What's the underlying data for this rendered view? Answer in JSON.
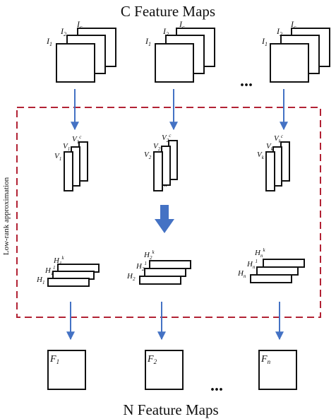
{
  "diagram": {
    "top_title": "C Feature Maps",
    "bottom_title": "N Feature Maps",
    "side_label": "Low-rank approximation",
    "ellipsis": "...",
    "feature_map_stacks": [
      {
        "labels": [
          "I",
          "I",
          "I"
        ],
        "subs": [
          "1",
          "2",
          "c"
        ]
      },
      {
        "labels": [
          "I",
          "I",
          "I"
        ],
        "subs": [
          "1",
          "2",
          "c"
        ]
      },
      {
        "labels": [
          "I",
          "I",
          "I"
        ],
        "subs": [
          "1",
          "2",
          "c"
        ]
      }
    ],
    "vertical_filters": [
      {
        "labels": [
          "V",
          "V",
          "V"
        ],
        "subs": [
          "1",
          "1",
          "1"
        ],
        "sups": [
          "",
          "",
          "c"
        ]
      },
      {
        "labels": [
          "V",
          "V",
          "V"
        ],
        "subs": [
          "2",
          "2",
          "2"
        ],
        "sups": [
          "",
          "",
          "c"
        ]
      },
      {
        "labels": [
          "V",
          "V",
          "V"
        ],
        "subs": [
          "k",
          "k",
          "k"
        ],
        "sups": [
          "",
          "",
          "c"
        ]
      }
    ],
    "horizontal_filters": [
      {
        "labels": [
          "H",
          "H",
          "H"
        ],
        "subs": [
          "1",
          "1",
          "1"
        ],
        "sups": [
          "k",
          "1",
          ""
        ]
      },
      {
        "labels": [
          "H",
          "H",
          "H"
        ],
        "subs": [
          "2",
          "2",
          "2"
        ],
        "sups": [
          "k",
          "1",
          ""
        ]
      },
      {
        "labels": [
          "H",
          "H",
          "H"
        ],
        "subs": [
          "n",
          "n",
          "n"
        ],
        "sups": [
          "k",
          "1",
          ""
        ]
      }
    ],
    "output_maps": [
      {
        "label": "F",
        "sub": "1"
      },
      {
        "label": "F",
        "sub": "2"
      },
      {
        "label": "F",
        "sub": "n"
      }
    ],
    "colors": {
      "dashed_border": "#b22234",
      "arrow": "#4472c4",
      "outline": "#111111"
    }
  }
}
